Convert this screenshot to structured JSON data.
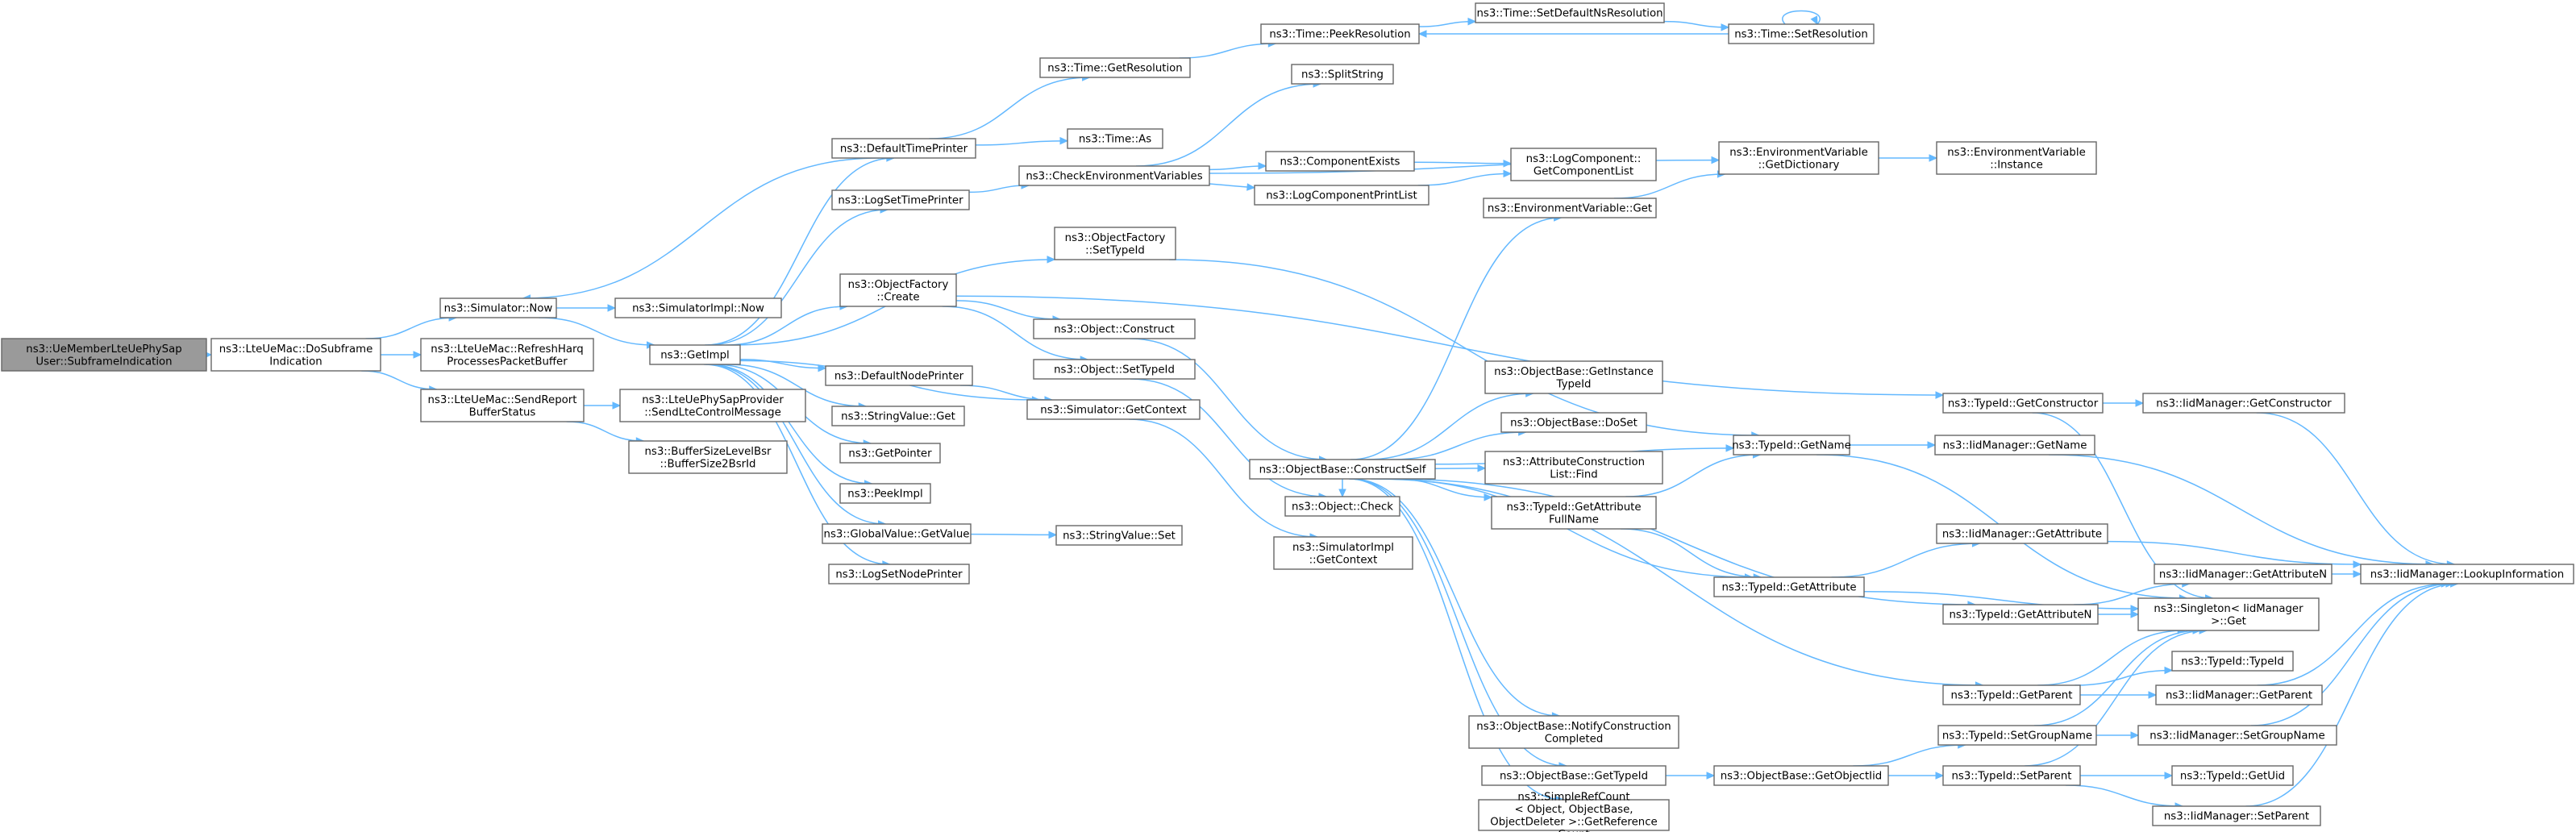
{
  "colors": {
    "edge": "#63b8ff",
    "root_fill": "#9a9a9a",
    "node_stroke": "#666666"
  },
  "nodes": [
    {
      "id": "root",
      "lines": [
        "ns3::UeMemberLteUePhySap",
        "User::SubframeIndication"
      ]
    },
    {
      "id": "dosub",
      "lines": [
        "ns3::LteUeMac::DoSubframe",
        "Indication"
      ]
    },
    {
      "id": "simnow",
      "lines": [
        "ns3::Simulator::Now"
      ]
    },
    {
      "id": "refresh",
      "lines": [
        "ns3::LteUeMac::RefreshHarq",
        "ProcessesPacketBuffer"
      ]
    },
    {
      "id": "sendreport",
      "lines": [
        "ns3::LteUeMac::SendReport",
        "BufferStatus"
      ]
    },
    {
      "id": "getimpl",
      "lines": [
        "ns3::GetImpl"
      ]
    },
    {
      "id": "simimplnow",
      "lines": [
        "ns3::SimulatorImpl::Now"
      ]
    },
    {
      "id": "sendlte",
      "lines": [
        "ns3::LteUePhySapProvider",
        "::SendLteControlMessage"
      ]
    },
    {
      "id": "bsr",
      "lines": [
        "ns3::BufferSizeLevelBsr",
        "::BufferSize2BsrId"
      ]
    },
    {
      "id": "defaulttime",
      "lines": [
        "ns3::DefaultTimePrinter"
      ]
    },
    {
      "id": "logsettime",
      "lines": [
        "ns3::LogSetTimePrinter"
      ]
    },
    {
      "id": "objfactcreate",
      "lines": [
        "ns3::ObjectFactory",
        "::Create"
      ]
    },
    {
      "id": "defaultnode",
      "lines": [
        "ns3::DefaultNodePrinter"
      ]
    },
    {
      "id": "strget",
      "lines": [
        "ns3::StringValue::Get"
      ]
    },
    {
      "id": "getpointer",
      "lines": [
        "ns3::GetPointer"
      ]
    },
    {
      "id": "peekimpl",
      "lines": [
        "ns3::PeekImpl"
      ]
    },
    {
      "id": "globalget",
      "lines": [
        "ns3::GlobalValue::GetValue"
      ]
    },
    {
      "id": "logsetnode",
      "lines": [
        "ns3::LogSetNodePrinter"
      ]
    },
    {
      "id": "timegetres",
      "lines": [
        "ns3::Time::GetResolution"
      ]
    },
    {
      "id": "timeas",
      "lines": [
        "ns3::Time::As"
      ]
    },
    {
      "id": "checkenv",
      "lines": [
        "ns3::CheckEnvironmentVariables"
      ]
    },
    {
      "id": "objfactset",
      "lines": [
        "ns3::ObjectFactory",
        "::SetTypeId"
      ]
    },
    {
      "id": "objconstruct",
      "lines": [
        "ns3::Object::Construct"
      ]
    },
    {
      "id": "objsettypeid",
      "lines": [
        "ns3::Object::SetTypeId"
      ]
    },
    {
      "id": "simgetctx",
      "lines": [
        "ns3::Simulator::GetContext"
      ]
    },
    {
      "id": "strset",
      "lines": [
        "ns3::StringValue::Set"
      ]
    },
    {
      "id": "timepeek",
      "lines": [
        "ns3::Time::PeekResolution"
      ]
    },
    {
      "id": "splitstring",
      "lines": [
        "ns3::SplitString"
      ]
    },
    {
      "id": "compexists",
      "lines": [
        "ns3::ComponentExists"
      ]
    },
    {
      "id": "logcompprint",
      "lines": [
        "ns3::LogComponentPrintList"
      ]
    },
    {
      "id": "timesetdef",
      "lines": [
        "ns3::Time::SetDefaultNsResolution"
      ]
    },
    {
      "id": "timesetres",
      "lines": [
        "ns3::Time::SetResolution"
      ]
    },
    {
      "id": "logcompget",
      "lines": [
        "ns3::LogComponent::",
        "GetComponentList"
      ]
    },
    {
      "id": "envget",
      "lines": [
        "ns3::EnvironmentVariable::Get"
      ]
    },
    {
      "id": "envdict",
      "lines": [
        "ns3::EnvironmentVariable",
        "::GetDictionary"
      ]
    },
    {
      "id": "envinst",
      "lines": [
        "ns3::EnvironmentVariable",
        "::Instance"
      ]
    },
    {
      "id": "constructself",
      "lines": [
        "ns3::ObjectBase::ConstructSelf"
      ]
    },
    {
      "id": "objcheck",
      "lines": [
        "ns3::Object::Check"
      ]
    },
    {
      "id": "simimplctx",
      "lines": [
        "ns3::SimulatorImpl",
        "::GetContext"
      ]
    },
    {
      "id": "getinsttid",
      "lines": [
        "ns3::ObjectBase::GetInstance",
        "TypeId"
      ]
    },
    {
      "id": "doset",
      "lines": [
        "ns3::ObjectBase::DoSet"
      ]
    },
    {
      "id": "attrfind",
      "lines": [
        "ns3::AttributeConstruction",
        "List::Find"
      ]
    },
    {
      "id": "tidgetattrfull",
      "lines": [
        "ns3::TypeId::GetAttribute",
        "FullName"
      ]
    },
    {
      "id": "notifyconst",
      "lines": [
        "ns3::ObjectBase::NotifyConstruction",
        "Completed"
      ]
    },
    {
      "id": "obgettypeid",
      "lines": [
        "ns3::ObjectBase::GetTypeId"
      ]
    },
    {
      "id": "simplerefcount",
      "lines": [
        "ns3::SimpleRefCount",
        "< Object, ObjectBase,",
        "ObjectDeleter >::GetReference",
        "Count"
      ]
    },
    {
      "id": "tidgetname",
      "lines": [
        "ns3::TypeId::GetName"
      ]
    },
    {
      "id": "tidgetattr",
      "lines": [
        "ns3::TypeId::GetAttribute"
      ]
    },
    {
      "id": "obgetobjtid",
      "lines": [
        "ns3::ObjectBase::GetObjectIid"
      ]
    },
    {
      "id": "tidgetctor",
      "lines": [
        "ns3::TypeId::GetConstructor"
      ]
    },
    {
      "id": "iidgetname",
      "lines": [
        "ns3::IidManager::GetName"
      ]
    },
    {
      "id": "iidgetattr",
      "lines": [
        "ns3::IidManager::GetAttribute"
      ]
    },
    {
      "id": "tidgetattrn",
      "lines": [
        "ns3::TypeId::GetAttributeN"
      ]
    },
    {
      "id": "tidgetparent",
      "lines": [
        "ns3::TypeId::GetParent"
      ]
    },
    {
      "id": "tidsetgroup",
      "lines": [
        "ns3::TypeId::SetGroupName"
      ]
    },
    {
      "id": "tidsetparent",
      "lines": [
        "ns3::TypeId::SetParent"
      ]
    },
    {
      "id": "iidgetctor",
      "lines": [
        "ns3::IidManager::GetConstructor"
      ]
    },
    {
      "id": "iidgetattrn",
      "lines": [
        "ns3::IidManager::GetAttributeN"
      ]
    },
    {
      "id": "singleton",
      "lines": [
        "ns3::Singleton< IidManager",
        ">::Get"
      ]
    },
    {
      "id": "tidtypeid",
      "lines": [
        "ns3::TypeId::TypeId"
      ]
    },
    {
      "id": "iidgetparent",
      "lines": [
        "ns3::IidManager::GetParent"
      ]
    },
    {
      "id": "iidsetgroup",
      "lines": [
        "ns3::IidManager::SetGroupName"
      ]
    },
    {
      "id": "tidgetuid",
      "lines": [
        "ns3::TypeId::GetUid"
      ]
    },
    {
      "id": "iidsetparent",
      "lines": [
        "ns3::IidManager::SetParent"
      ]
    },
    {
      "id": "lookup",
      "lines": [
        "ns3::IidManager::LookupInformation"
      ]
    }
  ],
  "edges": [
    [
      "root",
      "dosub"
    ],
    [
      "dosub",
      "simnow"
    ],
    [
      "dosub",
      "refresh"
    ],
    [
      "dosub",
      "sendreport"
    ],
    [
      "simnow",
      "getimpl"
    ],
    [
      "simnow",
      "simimplnow"
    ],
    [
      "sendreport",
      "sendlte"
    ],
    [
      "sendreport",
      "bsr"
    ],
    [
      "getimpl",
      "defaulttime"
    ],
    [
      "getimpl",
      "logsettime"
    ],
    [
      "getimpl",
      "objfactcreate"
    ],
    [
      "getimpl",
      "defaultnode"
    ],
    [
      "getimpl",
      "strget"
    ],
    [
      "getimpl",
      "getpointer"
    ],
    [
      "getimpl",
      "peekimpl"
    ],
    [
      "getimpl",
      "globalget"
    ],
    [
      "getimpl",
      "logsetnode"
    ],
    [
      "getimpl",
      "objfactset"
    ],
    [
      "getimpl",
      "simgetctx"
    ],
    [
      "defaulttime",
      "simnow"
    ],
    [
      "defaulttime",
      "timegetres"
    ],
    [
      "defaulttime",
      "timeas"
    ],
    [
      "logsettime",
      "checkenv"
    ],
    [
      "objfactcreate",
      "objconstruct"
    ],
    [
      "objfactcreate",
      "objsettypeid"
    ],
    [
      "objfactcreate",
      "tidgetctor"
    ],
    [
      "defaultnode",
      "simgetctx"
    ],
    [
      "globalget",
      "strset"
    ],
    [
      "timegetres",
      "timepeek"
    ],
    [
      "timepeek",
      "timesetdef"
    ],
    [
      "timesetdef",
      "timesetres"
    ],
    [
      "timesetres",
      "timepeek"
    ],
    [
      "timesetres",
      "timesetres"
    ],
    [
      "checkenv",
      "splitstring"
    ],
    [
      "checkenv",
      "compexists"
    ],
    [
      "checkenv",
      "logcompprint"
    ],
    [
      "checkenv",
      "envdict"
    ],
    [
      "compexists",
      "logcompget"
    ],
    [
      "logcompprint",
      "logcompget"
    ],
    [
      "envget",
      "envdict"
    ],
    [
      "envdict",
      "envinst"
    ],
    [
      "objconstruct",
      "constructself"
    ],
    [
      "objsettypeid",
      "objcheck"
    ],
    [
      "simgetctx",
      "simimplctx"
    ],
    [
      "objfactset",
      "tidgetname"
    ],
    [
      "constructself",
      "envget"
    ],
    [
      "constructself",
      "getinsttid"
    ],
    [
      "constructself",
      "doset"
    ],
    [
      "constructself",
      "attrfind"
    ],
    [
      "constructself",
      "tidgetattrfull"
    ],
    [
      "constructself",
      "tidgetname"
    ],
    [
      "constructself",
      "tidgetattr"
    ],
    [
      "constructself",
      "tidgetattrn"
    ],
    [
      "constructself",
      "tidgetparent"
    ],
    [
      "constructself",
      "notifyconst"
    ],
    [
      "constructself",
      "obgettypeid"
    ],
    [
      "constructself",
      "simplerefcount"
    ],
    [
      "constructself",
      "objcheck"
    ],
    [
      "tidgetattrfull",
      "tidgetname"
    ],
    [
      "tidgetattrfull",
      "tidgetattr"
    ],
    [
      "obgettypeid",
      "obgetobjtid"
    ],
    [
      "obgetobjtid",
      "tidsetgroup"
    ],
    [
      "obgetobjtid",
      "tidsetparent"
    ],
    [
      "tidgetname",
      "iidgetname"
    ],
    [
      "tidgetname",
      "singleton"
    ],
    [
      "tidgetattr",
      "iidgetattr"
    ],
    [
      "tidgetattr",
      "singleton"
    ],
    [
      "tidgetctor",
      "iidgetctor"
    ],
    [
      "tidgetctor",
      "singleton"
    ],
    [
      "tidgetattrn",
      "iidgetattrn"
    ],
    [
      "tidgetattrn",
      "singleton"
    ],
    [
      "tidgetparent",
      "singleton"
    ],
    [
      "tidgetparent",
      "tidtypeid"
    ],
    [
      "tidgetparent",
      "iidgetparent"
    ],
    [
      "tidsetgroup",
      "singleton"
    ],
    [
      "tidsetgroup",
      "iidsetgroup"
    ],
    [
      "tidsetparent",
      "singleton"
    ],
    [
      "tidsetparent",
      "tidgetuid"
    ],
    [
      "tidsetparent",
      "iidsetparent"
    ],
    [
      "iidgetctor",
      "lookup"
    ],
    [
      "iidgetname",
      "lookup"
    ],
    [
      "iidgetattr",
      "lookup"
    ],
    [
      "iidgetattrn",
      "lookup"
    ],
    [
      "iidgetparent",
      "lookup"
    ],
    [
      "iidsetgroup",
      "lookup"
    ],
    [
      "iidsetparent",
      "lookup"
    ]
  ]
}
